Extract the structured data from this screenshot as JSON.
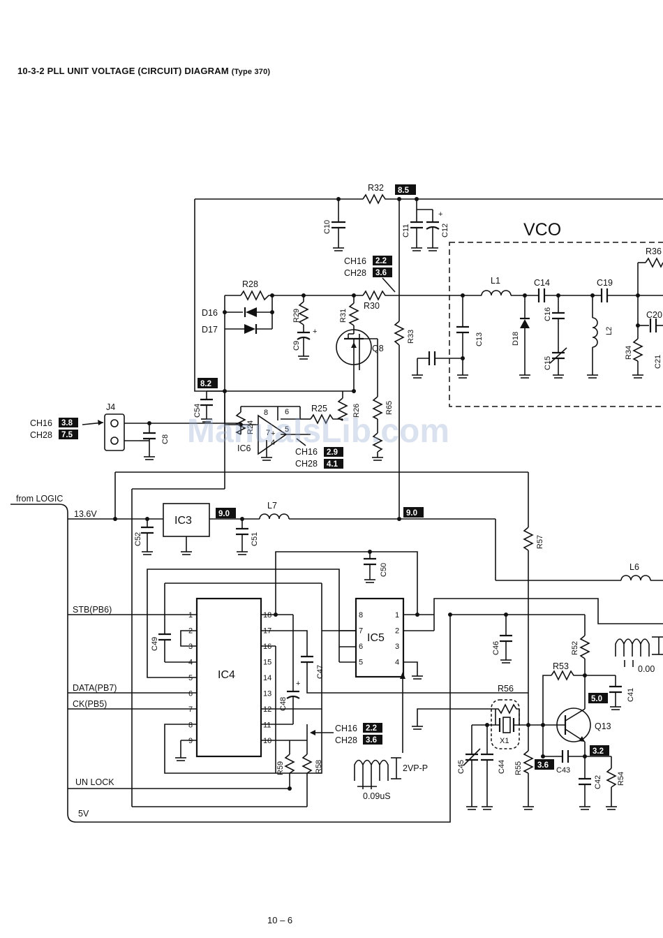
{
  "title": {
    "main": "10-3-2 PLL UNIT VOLTAGE (CIRCUIT) DIAGRAM",
    "type": "(Type 370)"
  },
  "page_number": "10 – 6",
  "watermark": "ManualsLib.com",
  "blocks": {
    "vco": "VCO",
    "ic3": "IC3",
    "ic4": "IC4",
    "ic5": "IC5",
    "ic6": "IC6",
    "q8": "Q8",
    "q13": "Q13",
    "j4": "J4",
    "x1": "X1"
  },
  "inputs": {
    "from_logic": "from LOGIC",
    "v136": "13.6V",
    "stb": "STB(PB6)",
    "data": "DATA(PB7)",
    "ck": "CK(PB5)",
    "unlock": "UN LOCK",
    "v5": "5V"
  },
  "channels": {
    "ch16": "CH16",
    "ch28": "CH28"
  },
  "voltages": {
    "r32": "8.5",
    "r30_ch16": "2.2",
    "r30_ch28": "3.6",
    "ic6_sup": "8.2",
    "j4_ch16": "3.8",
    "j4_ch28": "7.5",
    "ic6_ch16": "2.9",
    "ic6_ch28": "4.1",
    "ic3_out": "9.0",
    "l7_out": "9.0",
    "ic4_ch16": "2.2",
    "ic4_ch28": "3.6",
    "q13_c": "5.0",
    "q13_b": "3.6",
    "q13_e": "3.2"
  },
  "components": {
    "r24": "R24",
    "r25": "R25",
    "r26": "R26",
    "r28": "R28",
    "r29": "R29",
    "r30": "R30",
    "r31": "R31",
    "r32": "R32",
    "r33": "R33",
    "r34": "R34",
    "r36": "R36",
    "r52": "R52",
    "r53": "R53",
    "r54": "R54",
    "r55": "R55",
    "r56": "R56",
    "r57": "R57",
    "r58": "R58",
    "r59": "R59",
    "r65": "R65",
    "c8": "C8",
    "c9": "C9",
    "c10": "C10",
    "c11": "C11",
    "c12": "C12",
    "c13": "C13",
    "c14": "C14",
    "c15": "C15",
    "c16": "C16",
    "c19": "C19",
    "c20": "C20",
    "c21": "C21",
    "c41": "C41",
    "c42": "C42",
    "c43": "C43",
    "c44": "C44",
    "c45": "C45",
    "c46": "C46",
    "c47": "C47",
    "c48": "C48",
    "c49": "C49",
    "c50": "C50",
    "c51": "C51",
    "c52": "C52",
    "c54": "C54",
    "d16": "D16",
    "d17": "D17",
    "d18": "D18",
    "l1": "L1",
    "l2": "L2",
    "l6": "L6",
    "l7": "L7"
  },
  "waveforms": {
    "amp": "2VP-P",
    "period": "0.09uS",
    "right_period": "0.00"
  },
  "ic4_pins_left": [
    "1",
    "2",
    "3",
    "4",
    "5",
    "6",
    "7",
    "8",
    "9"
  ],
  "ic4_pins_right": [
    "18",
    "17",
    "16",
    "15",
    "14",
    "13",
    "12",
    "11",
    "10"
  ],
  "ic5_pins_left": [
    "8",
    "7",
    "6",
    "5"
  ],
  "ic5_pins_right": [
    "1",
    "2",
    "3",
    "4"
  ],
  "ic6_pins": {
    "p8": "8",
    "p7": "7",
    "p6": "6",
    "p5": "5",
    "p4": "4"
  }
}
